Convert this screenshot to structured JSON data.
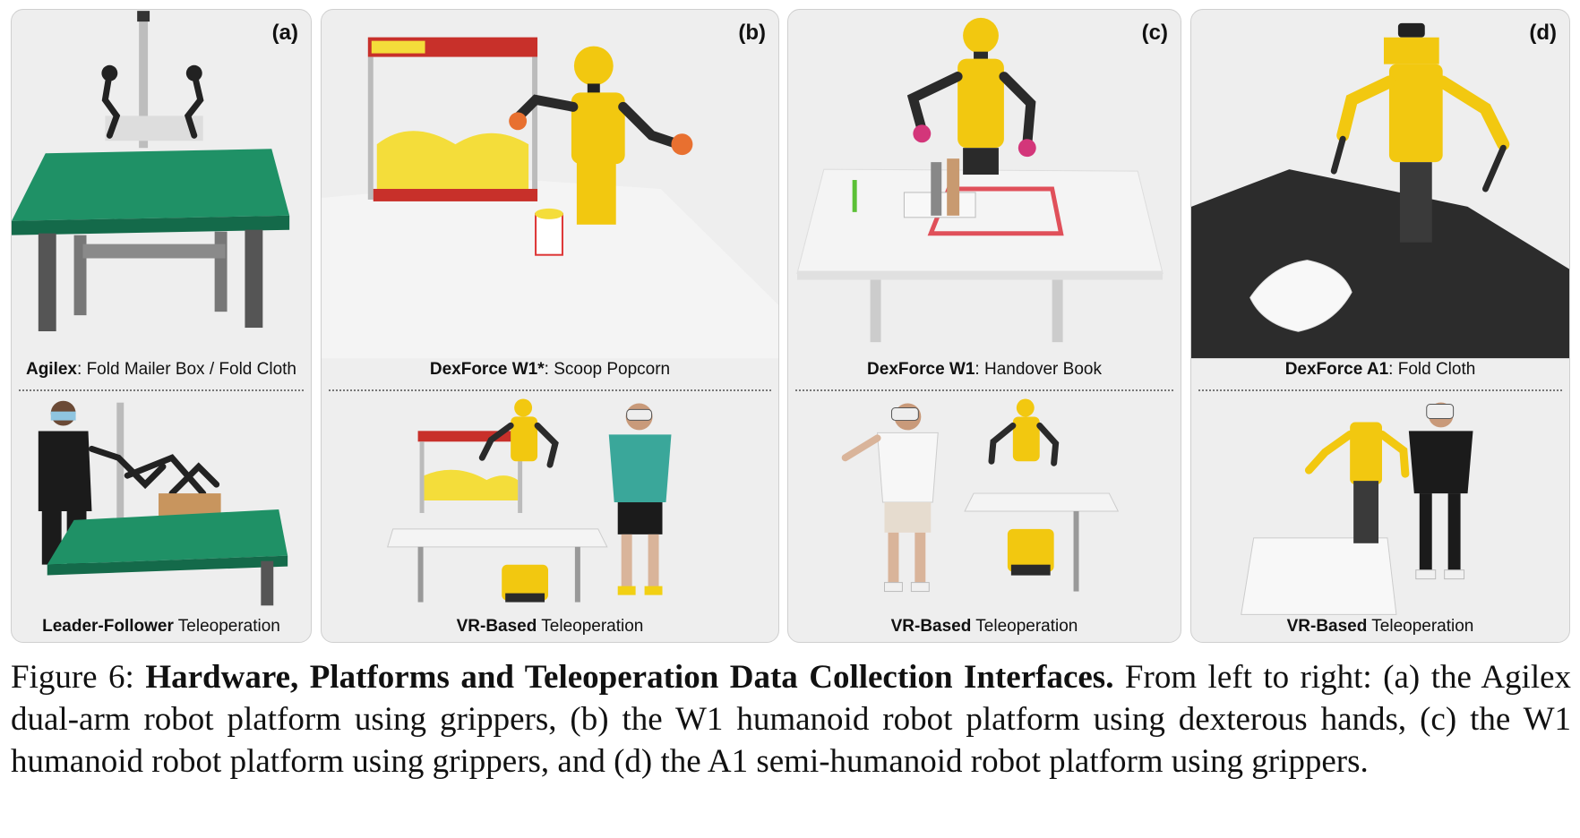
{
  "figure": {
    "label": "Figure 6:",
    "title": "Hardware, Platforms and Teleoperation Data Collection Interfaces.",
    "body": "From left to right: (a) the Agilex dual-arm robot platform using grippers, (b) the W1 humanoid robot platform using dexterous hands, (c) the W1 humanoid robot platform using grippers, and (d) the A1 semi-humanoid robot platform using grippers."
  },
  "panels": [
    {
      "letter": "(a)",
      "top_caption": {
        "bold": "Agilex",
        "rest": ": Fold Mailer Box / Fold Cloth"
      },
      "bottom_caption": {
        "bold": "Leader-Follower",
        "rest": " Teleoperation"
      }
    },
    {
      "letter": "(b)",
      "top_caption": {
        "bold": "DexForce W1*",
        "rest": ": Scoop Popcorn"
      },
      "bottom_caption": {
        "bold": "VR-Based",
        "rest": " Teleoperation"
      }
    },
    {
      "letter": "(c)",
      "top_caption": {
        "bold": "DexForce W1",
        "rest": ": Handover Book"
      },
      "bottom_caption": {
        "bold": "VR-Based",
        "rest": " Teleoperation"
      }
    },
    {
      "letter": "(d)",
      "top_caption": {
        "bold": "DexForce A1",
        "rest": ": Fold Cloth"
      },
      "bottom_caption": {
        "bold": "VR-Based",
        "rest": " Teleoperation"
      }
    }
  ],
  "colors": {
    "robot_yellow": "#f2c810",
    "robot_dark": "#2a2a2a",
    "table_green": "#1f9166",
    "table_white": "#f4f4f4",
    "mat_dark": "#2c2c2c",
    "popcorn": "#f4dd3a",
    "popcorn_machine_red": "#c8302a"
  },
  "icons": {
    "panel_a_top": "dual-arm-robot-on-green-table-image",
    "panel_a_bottom": "leader-follower-operator-image",
    "panel_b_top": "humanoid-robot-scooping-popcorn-image",
    "panel_b_bottom": "vr-operator-with-humanoid-image",
    "panel_c_top": "humanoid-robot-handover-book-image",
    "panel_c_bottom": "vr-operator-with-humanoid-image",
    "panel_d_top": "semi-humanoid-folding-cloth-image",
    "panel_d_bottom": "vr-operator-with-semi-humanoid-image"
  }
}
